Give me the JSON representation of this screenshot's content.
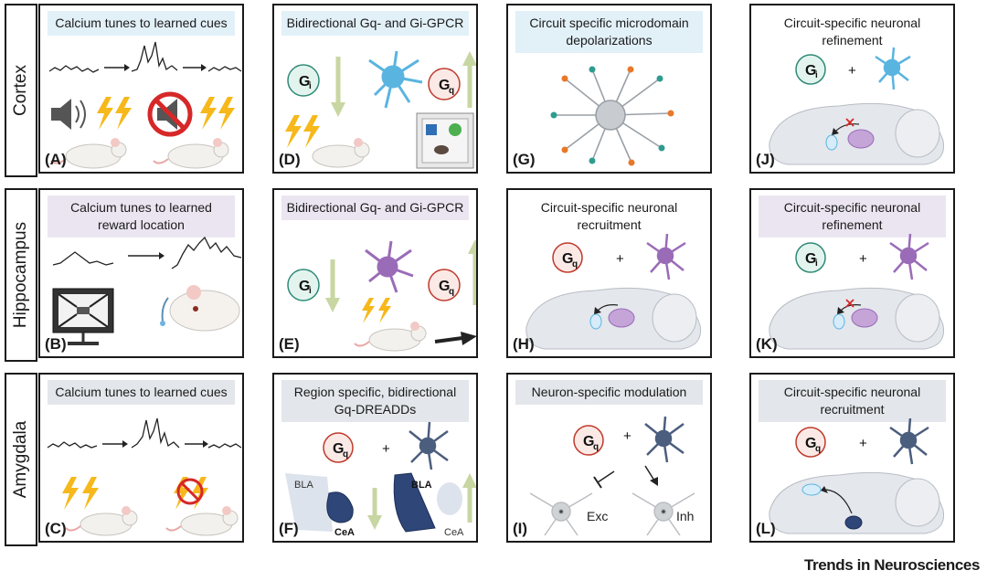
{
  "rows": [
    {
      "label": "Cortex"
    },
    {
      "label": "Hippocampus"
    },
    {
      "label": "Amygdala"
    }
  ],
  "panels": {
    "A": {
      "label": "(A)",
      "title": "Calcium tunes to learned cues"
    },
    "D": {
      "label": "(D)",
      "title": "Bidirectional Gq- and Gi-GPCR"
    },
    "G": {
      "label": "(G)",
      "title": "Circuit specific microdomain depolarizations"
    },
    "J": {
      "label": "(J)",
      "title": "Circuit-specific neuronal refinement"
    },
    "B": {
      "label": "(B)",
      "title": "Calcium tunes to learned reward location"
    },
    "E": {
      "label": "(E)",
      "title": "Bidirectional Gq- and Gi-GPCR"
    },
    "H": {
      "label": "(H)",
      "title": "Circuit-specific neuronal recruitment"
    },
    "K": {
      "label": "(K)",
      "title": "Circuit-specific neuronal refinement"
    },
    "C": {
      "label": "(C)",
      "title": "Calcium tunes to learned cues"
    },
    "F": {
      "label": "(F)",
      "title": "Region specific, bidirectional Gq-DREADDs"
    },
    "I": {
      "label": "(I)",
      "title": "Neuron-specific modulation"
    },
    "L": {
      "label": "(L)",
      "title": "Circuit-specific neuronal recruitment"
    }
  },
  "chips": {
    "gi_main": "G",
    "gi_sub": "i",
    "gq_main": "G",
    "gq_sub": "q",
    "plus": "+"
  },
  "labels": {
    "bla": "BLA",
    "cea": "CeA",
    "exc": "Exc",
    "inh": "Inh"
  },
  "footer": "Trends in Neurosciences",
  "colors": {
    "blue_header": "#e2f0f8",
    "purple_header": "#ebe5f1",
    "grey_header": "#e3e6ea",
    "gi_circle": "#e3f4ef",
    "gi_border": "#2f8a76",
    "gq_circle": "#fbe9e6",
    "gq_border": "#c0392b",
    "lightning": "#f6b81a",
    "arrow_green": "#c8d6a2",
    "astro_blue": "#5ab4e0",
    "astro_purple": "#9a6cb8",
    "astro_navy": "#4b5e7e",
    "brain": "#e4e7ec",
    "no_sign": "#d62828"
  }
}
